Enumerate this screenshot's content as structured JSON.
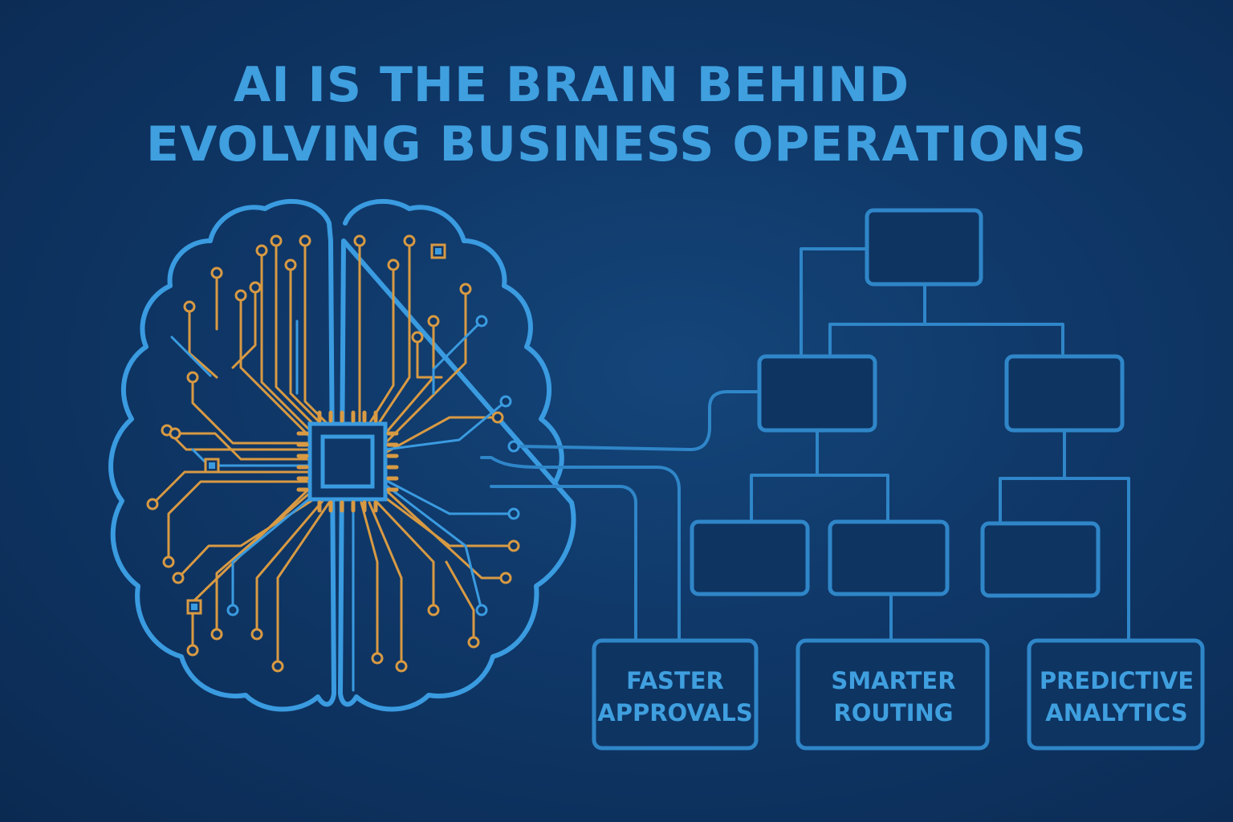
{
  "title": {
    "line1": "AI IS THE BRAIN BEHIND",
    "line2": "EVOLVING BUSINESS OPERATIONS"
  },
  "outcomes": [
    {
      "line1": "FASTER",
      "line2": "APPROVALS"
    },
    {
      "line1": "SMARTER",
      "line2": "ROUTING"
    },
    {
      "line1": "PREDICTIVE",
      "line2": "ANALYTICS"
    }
  ],
  "colors": {
    "background": "#0f3767",
    "accent_blue": "#3f9fdf",
    "line_blue": "#2f86c8",
    "circuit_orange": "#d89a43"
  }
}
